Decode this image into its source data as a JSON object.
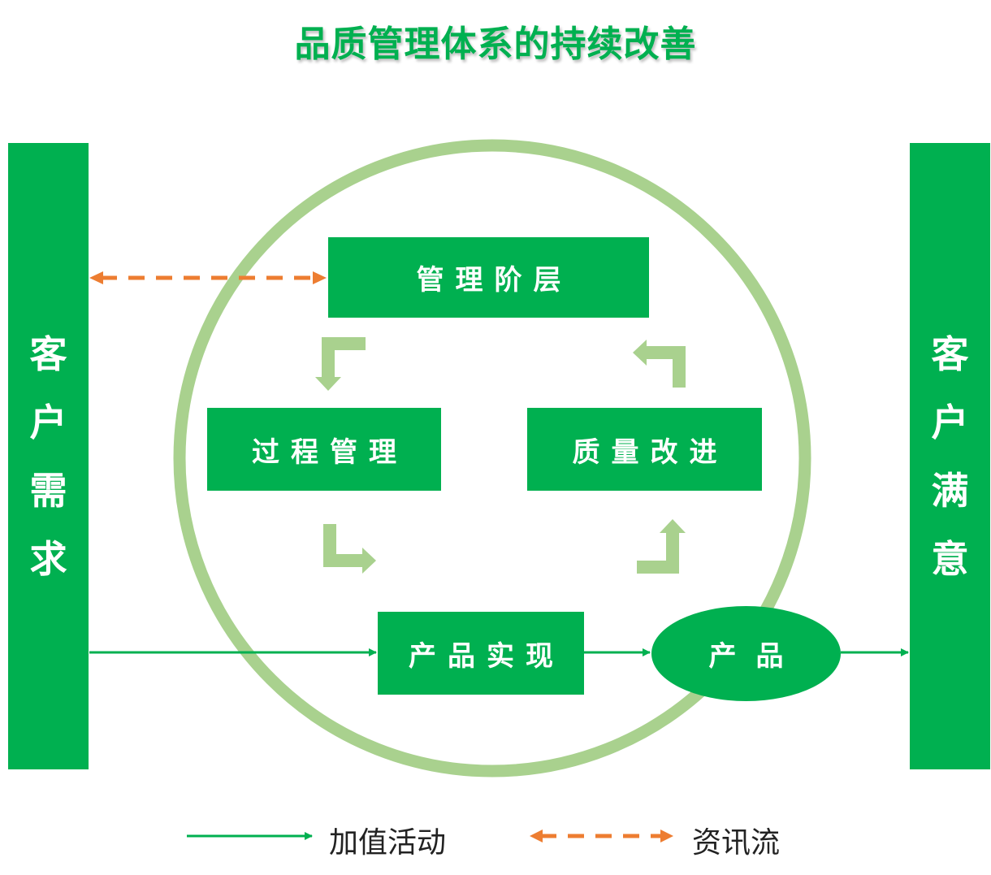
{
  "title": "品质管理体系的持续改善",
  "left_pillar": {
    "chars": [
      "客",
      "户",
      "需",
      "求"
    ]
  },
  "right_pillar": {
    "chars": [
      "客",
      "户",
      "满",
      "意"
    ]
  },
  "boxes": {
    "management": "管理阶层",
    "process": "过程管理",
    "improvement": "质量改进",
    "realization": "产品实现"
  },
  "product": "产品",
  "legend": {
    "value_activity": "加值活动",
    "information_flow": "资讯流"
  },
  "colors": {
    "primary_green": "#00b050",
    "light_green": "#a9d18e",
    "orange": "#ed7d31"
  }
}
